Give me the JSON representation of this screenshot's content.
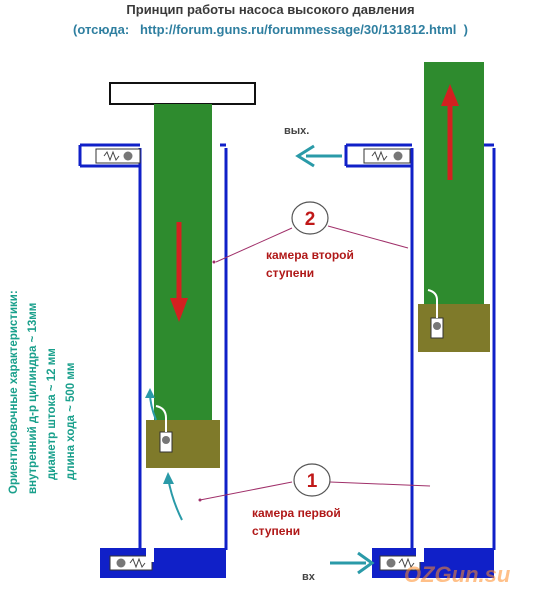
{
  "title": "Принцип работы насоса высокого давления",
  "source_line": "(отсюда:   http://forum.guns.ru/forummessage/30/131812.html  )",
  "labels": {
    "out": "вых.",
    "in": "вх",
    "marker_1": "1",
    "marker_2": "2",
    "chamber_2_line1": "камера второй",
    "chamber_2_line2": "ступени",
    "chamber_1_line1": "камера первой",
    "chamber_1_line2": "ступени"
  },
  "specs": {
    "line1": "Ориентировочные характеристики:",
    "line2": "внутренний д-р цилиндра ~ 13мм",
    "line3": "диаметр штока ~ 12 мм",
    "line4": "длина хода ~ 500 мм"
  },
  "watermark": "OZGun.su",
  "colors": {
    "cylinder": "#1020c8",
    "rod": "#2e8b2e",
    "piston": "#7f7a2a",
    "stroke_arrow": "#d42020",
    "flow_arrow": "#2a9aa8",
    "label_text": "#b01818",
    "marker_text": "#c01818",
    "specs_text": "#1aa08c"
  }
}
